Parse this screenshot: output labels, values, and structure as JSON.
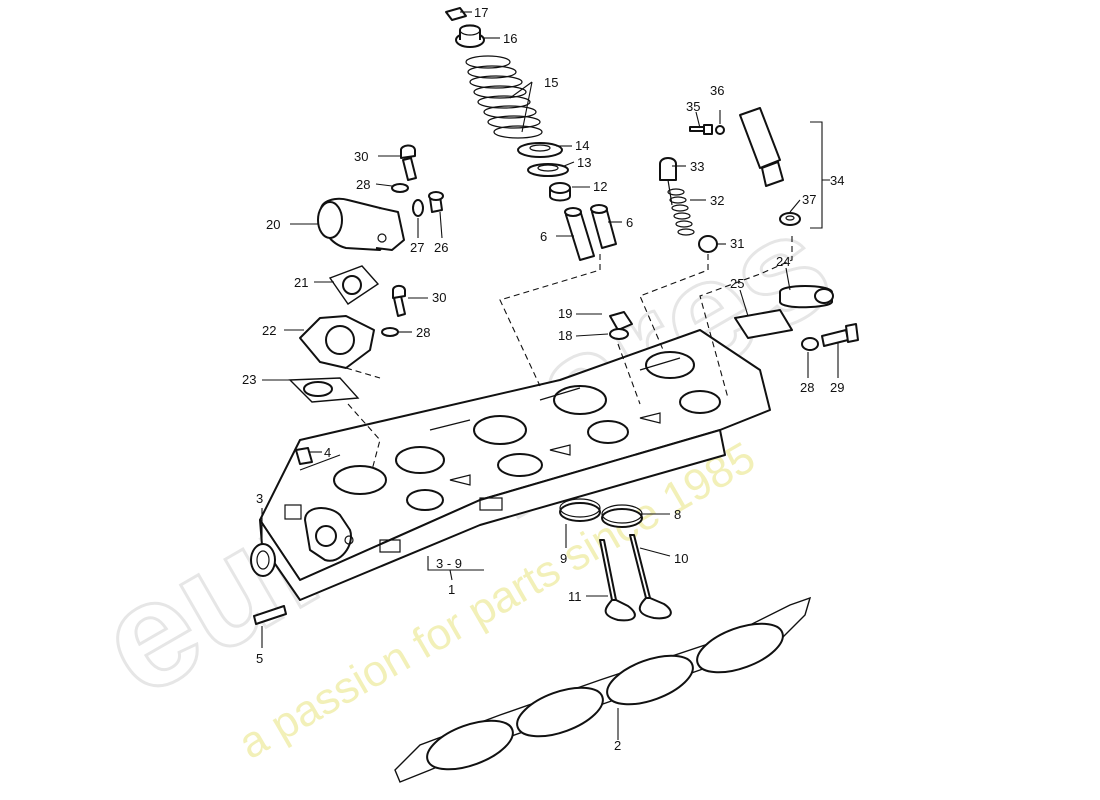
{
  "watermark": {
    "brand": "eurospares",
    "tagline": "a passion for parts since 1985"
  },
  "callouts": [
    {
      "id": "c17",
      "label": "17"
    },
    {
      "id": "c16",
      "label": "16"
    },
    {
      "id": "c15",
      "label": "15"
    },
    {
      "id": "c14",
      "label": "14"
    },
    {
      "id": "c13",
      "label": "13"
    },
    {
      "id": "c12",
      "label": "12"
    },
    {
      "id": "c6a",
      "label": "6"
    },
    {
      "id": "c6b",
      "label": "6"
    },
    {
      "id": "c36",
      "label": "36"
    },
    {
      "id": "c35",
      "label": "35"
    },
    {
      "id": "c33",
      "label": "33"
    },
    {
      "id": "c32",
      "label": "32"
    },
    {
      "id": "c34",
      "label": "34"
    },
    {
      "id": "c37",
      "label": "37"
    },
    {
      "id": "c31",
      "label": "31"
    },
    {
      "id": "c30a",
      "label": "30"
    },
    {
      "id": "c28a",
      "label": "28"
    },
    {
      "id": "c20",
      "label": "20"
    },
    {
      "id": "c27",
      "label": "27"
    },
    {
      "id": "c26",
      "label": "26"
    },
    {
      "id": "c21",
      "label": "21"
    },
    {
      "id": "c30b",
      "label": "30"
    },
    {
      "id": "c22",
      "label": "22"
    },
    {
      "id": "c28b",
      "label": "28"
    },
    {
      "id": "c19",
      "label": "19"
    },
    {
      "id": "c18",
      "label": "18"
    },
    {
      "id": "c25",
      "label": "25"
    },
    {
      "id": "c24",
      "label": "24"
    },
    {
      "id": "c28c",
      "label": "28"
    },
    {
      "id": "c29",
      "label": "29"
    },
    {
      "id": "c23",
      "label": "23"
    },
    {
      "id": "c4",
      "label": "4"
    },
    {
      "id": "c3",
      "label": "3"
    },
    {
      "id": "c39",
      "label": "3 - 9"
    },
    {
      "id": "c1",
      "label": "1"
    },
    {
      "id": "c5",
      "label": "5"
    },
    {
      "id": "c8",
      "label": "8"
    },
    {
      "id": "c9",
      "label": "9"
    },
    {
      "id": "c10",
      "label": "10"
    },
    {
      "id": "c11",
      "label": "11"
    },
    {
      "id": "c2",
      "label": "2"
    }
  ]
}
